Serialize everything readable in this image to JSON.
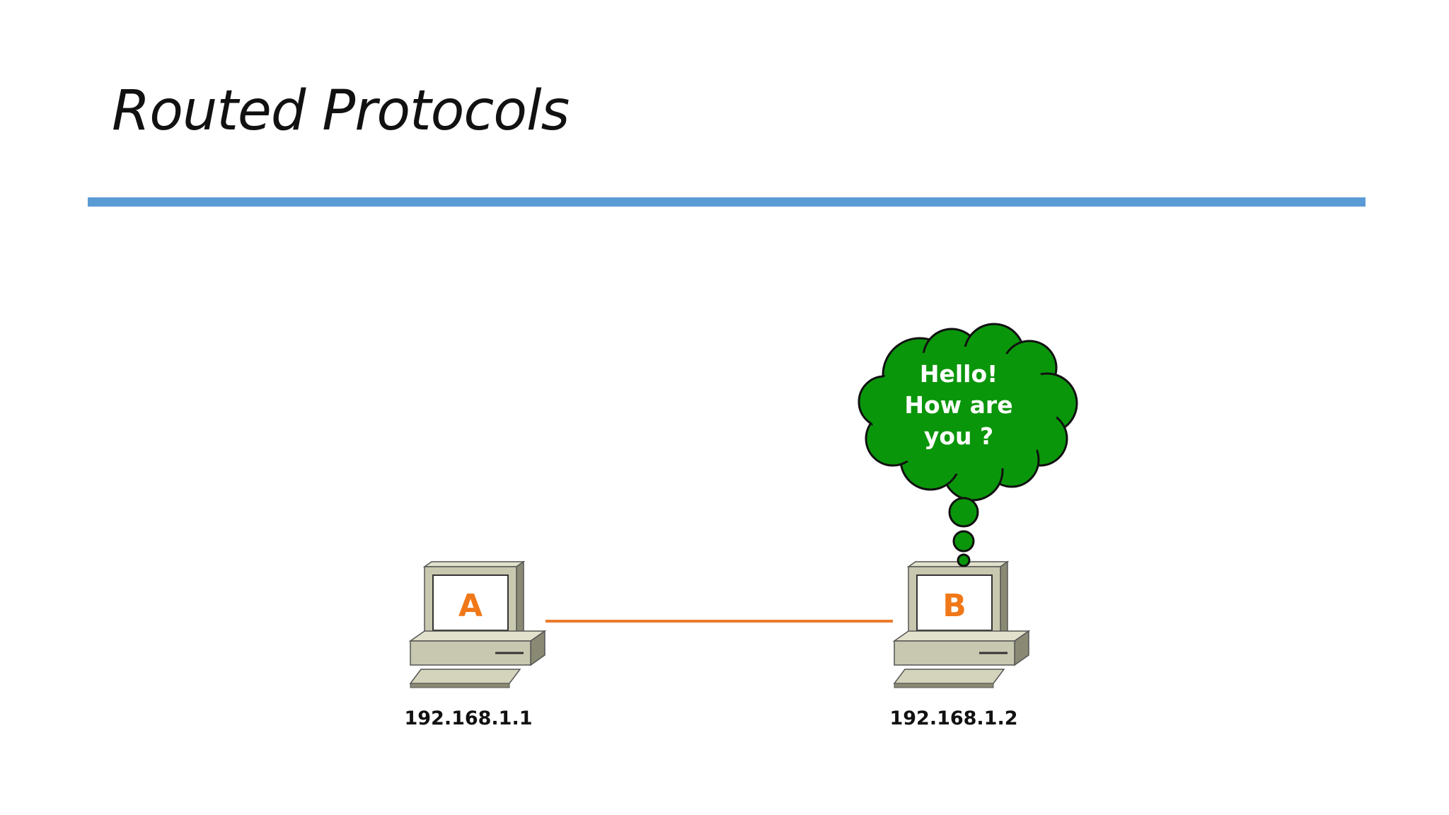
{
  "slide": {
    "title": "Routed Protocols",
    "accent_color": "#5b9bd5"
  },
  "diagram": {
    "computer_a": {
      "label": "A",
      "ip": "192.168.1.1",
      "icon": "desktop-computer-icon"
    },
    "computer_b": {
      "label": "B",
      "ip": "192.168.1.2",
      "icon": "desktop-computer-icon"
    },
    "link": {
      "color": "#ec7a2e"
    },
    "thought_bubble": {
      "lines": [
        "Hello!",
        "How are",
        "you ?"
      ],
      "color": "#0a960a",
      "icon": "thought-cloud-icon"
    },
    "computer_colors": {
      "body": "#c8c8b0",
      "shadow": "#8a8a74",
      "letter": "#f07818"
    }
  }
}
